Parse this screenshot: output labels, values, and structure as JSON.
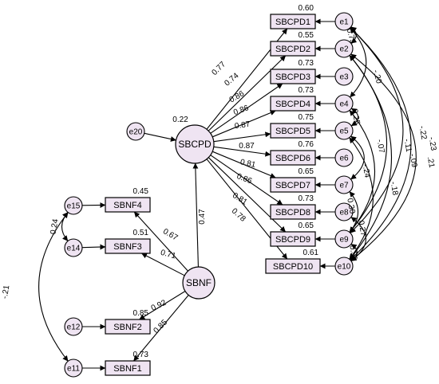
{
  "colors": {
    "node_fill": "#efe4f2",
    "stroke": "#000000"
  },
  "latents": [
    {
      "id": "SBCPD",
      "label": "SBCPD",
      "r2": "0.22"
    },
    {
      "id": "SBNF",
      "label": "SBNF"
    }
  ],
  "indicators": [
    {
      "id": "SBCPD1",
      "label": "SBCPD1",
      "r2": "0.60"
    },
    {
      "id": "SBCPD2",
      "label": "SBCPD2",
      "r2": "0.55"
    },
    {
      "id": "SBCPD3",
      "label": "SBCPD3",
      "r2": "0.73"
    },
    {
      "id": "SBCPD4",
      "label": "SBCPD4",
      "r2": "0.73"
    },
    {
      "id": "SBCPD5",
      "label": "SBCPD5",
      "r2": "0.75"
    },
    {
      "id": "SBCPD6",
      "label": "SBCPD6",
      "r2": "0.76"
    },
    {
      "id": "SBCPD7",
      "label": "SBCPD7",
      "r2": "0.65"
    },
    {
      "id": "SBCPD8",
      "label": "SBCPD8",
      "r2": "0.73"
    },
    {
      "id": "SBCPD9",
      "label": "SBCPD9",
      "r2": "0.65"
    },
    {
      "id": "SBCPD10",
      "label": "SBCPD10",
      "r2": "0.61"
    },
    {
      "id": "SBNF4",
      "label": "SBNF4",
      "r2": "0.45"
    },
    {
      "id": "SBNF3",
      "label": "SBNF3",
      "r2": "0.51"
    },
    {
      "id": "SBNF2",
      "label": "SBNF2",
      "r2": "0.85"
    },
    {
      "id": "SBNF1",
      "label": "SBNF1",
      "r2": "0.73"
    }
  ],
  "errors": [
    {
      "id": "e1",
      "label": "e1"
    },
    {
      "id": "e2",
      "label": "e2"
    },
    {
      "id": "e3",
      "label": "e3"
    },
    {
      "id": "e4",
      "label": "e4"
    },
    {
      "id": "e5",
      "label": "e5"
    },
    {
      "id": "e6",
      "label": "e6"
    },
    {
      "id": "e7",
      "label": "e7"
    },
    {
      "id": "e8",
      "label": "e8"
    },
    {
      "id": "e9",
      "label": "e9"
    },
    {
      "id": "e10",
      "label": "e10"
    },
    {
      "id": "e11",
      "label": "e11"
    },
    {
      "id": "e12",
      "label": "e12"
    },
    {
      "id": "e14",
      "label": "e14"
    },
    {
      "id": "e15",
      "label": "e15"
    },
    {
      "id": "e20",
      "label": "e20"
    }
  ],
  "loadings": [
    {
      "from": "SBCPD",
      "to": "SBCPD1",
      "value": "0.77"
    },
    {
      "from": "SBCPD",
      "to": "SBCPD2",
      "value": "0.74"
    },
    {
      "from": "SBCPD",
      "to": "SBCPD3",
      "value": "0.86"
    },
    {
      "from": "SBCPD",
      "to": "SBCPD4",
      "value": "0.86"
    },
    {
      "from": "SBCPD",
      "to": "SBCPD5",
      "value": "0.87"
    },
    {
      "from": "SBCPD",
      "to": "SBCPD6",
      "value": "0.87"
    },
    {
      "from": "SBCPD",
      "to": "SBCPD7",
      "value": "0.81"
    },
    {
      "from": "SBCPD",
      "to": "SBCPD8",
      "value": "0.86"
    },
    {
      "from": "SBCPD",
      "to": "SBCPD9",
      "value": "0.81"
    },
    {
      "from": "SBCPD",
      "to": "SBCPD10",
      "value": "0.78"
    },
    {
      "from": "SBNF",
      "to": "SBNF4",
      "value": "0.67"
    },
    {
      "from": "SBNF",
      "to": "SBNF3",
      "value": "0.71"
    },
    {
      "from": "SBNF",
      "to": "SBNF2",
      "value": "0.92"
    },
    {
      "from": "SBNF",
      "to": "SBNF1",
      "value": "0.85"
    }
  ],
  "paths": [
    {
      "from": "SBNF",
      "to": "SBCPD",
      "value": "0.47"
    }
  ],
  "error_paths": [
    {
      "from": "e1",
      "to": "SBCPD1"
    },
    {
      "from": "e2",
      "to": "SBCPD2"
    },
    {
      "from": "e3",
      "to": "SBCPD3"
    },
    {
      "from": "e4",
      "to": "SBCPD4"
    },
    {
      "from": "e5",
      "to": "SBCPD5"
    },
    {
      "from": "e6",
      "to": "SBCPD6"
    },
    {
      "from": "e7",
      "to": "SBCPD7"
    },
    {
      "from": "e8",
      "to": "SBCPD8"
    },
    {
      "from": "e9",
      "to": "SBCPD9"
    },
    {
      "from": "e10",
      "to": "SBCPD10"
    },
    {
      "from": "e15",
      "to": "SBNF4"
    },
    {
      "from": "e14",
      "to": "SBNF3"
    },
    {
      "from": "e12",
      "to": "SBNF2"
    },
    {
      "from": "e11",
      "to": "SBNF1"
    },
    {
      "from": "e20",
      "to": "SBCPD"
    }
  ],
  "covariances": [
    {
      "a": "e1",
      "b": "e2",
      "value": "0.73"
    },
    {
      "a": "e4",
      "b": "e5",
      "value": "0.25"
    },
    {
      "a": "e1",
      "b": "e4",
      "value": "-.20"
    },
    {
      "a": "e4",
      "b": "e9",
      "value": "-.07"
    },
    {
      "a": "e5",
      "b": "e7",
      "value": "-.24"
    },
    {
      "a": "e2",
      "b": "e9",
      "value": "-.11"
    },
    {
      "a": "e2",
      "b": "e10",
      "value": "-.09"
    },
    {
      "a": "e1",
      "b": "e9",
      "value": "-.22"
    },
    {
      "a": "e1",
      "b": "e10",
      "value": "-.23"
    },
    {
      "a": "e2",
      "b": "e10",
      "value": ".21"
    },
    {
      "a": "e5",
      "b": "e10",
      "value": "-.18"
    },
    {
      "a": "e7",
      "b": "e9",
      "value": "0.30"
    },
    {
      "a": "e9",
      "b": "e10",
      "value": "0.51"
    },
    {
      "a": "e8",
      "b": "e10",
      "value": "0.27"
    },
    {
      "a": "e15",
      "b": "e14",
      "value": "0.24"
    },
    {
      "a": "e15",
      "b": "e11",
      "value": "-.21"
    }
  ]
}
